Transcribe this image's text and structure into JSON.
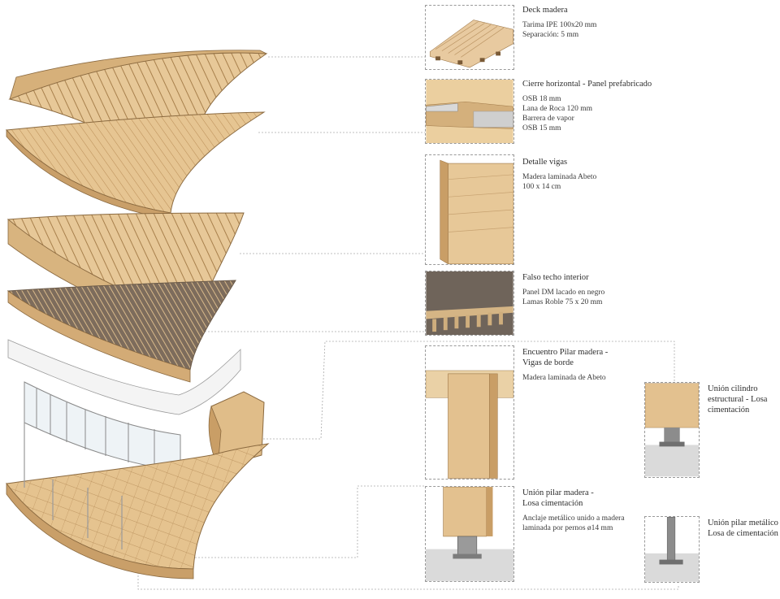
{
  "details": [
    {
      "title": "Deck madera",
      "lines": [
        "Tarima IPE 100x20 mm",
        "Separación: 5 mm"
      ]
    },
    {
      "title": "Cierre horizontal - Panel prefabricado",
      "lines": [
        "OSB 18 mm",
        "Lana de Roca 120 mm",
        "Barrera de vapor",
        "OSB 15 mm"
      ]
    },
    {
      "title": "Detalle vigas",
      "lines": [
        "Madera laminada Abeto",
        "100 x 14 cm"
      ]
    },
    {
      "title": "Falso techo interior",
      "lines": [
        "Panel DM lacado en negro",
        "Lamas Roble 75 x 20 mm"
      ]
    },
    {
      "title_lines": [
        "Encuentro Pilar madera -",
        "Vigas de borde"
      ],
      "lines": [
        "Madera laminada de Abeto"
      ]
    },
    {
      "title_lines": [
        "Unión pilar madera -",
        "Losa cimentación"
      ],
      "lines": [
        "Anclaje metálico unido a madera",
        "laminada por pernos ø14 mm"
      ]
    },
    {
      "title_lines": [
        "Unión cilindro",
        "estructural - Losa",
        "cimentación"
      ],
      "lines": []
    },
    {
      "title_lines": [
        "Unión pilar metálico -",
        "Losa de cimentación"
      ],
      "lines": []
    }
  ],
  "colors": {
    "wood": "#e3c18f",
    "wood_dark": "#c9a06b",
    "wood_light": "#f0d9b2",
    "ceiling": "#6e6258",
    "concrete": "#d9d9d9",
    "steel": "#8c8c8c"
  }
}
